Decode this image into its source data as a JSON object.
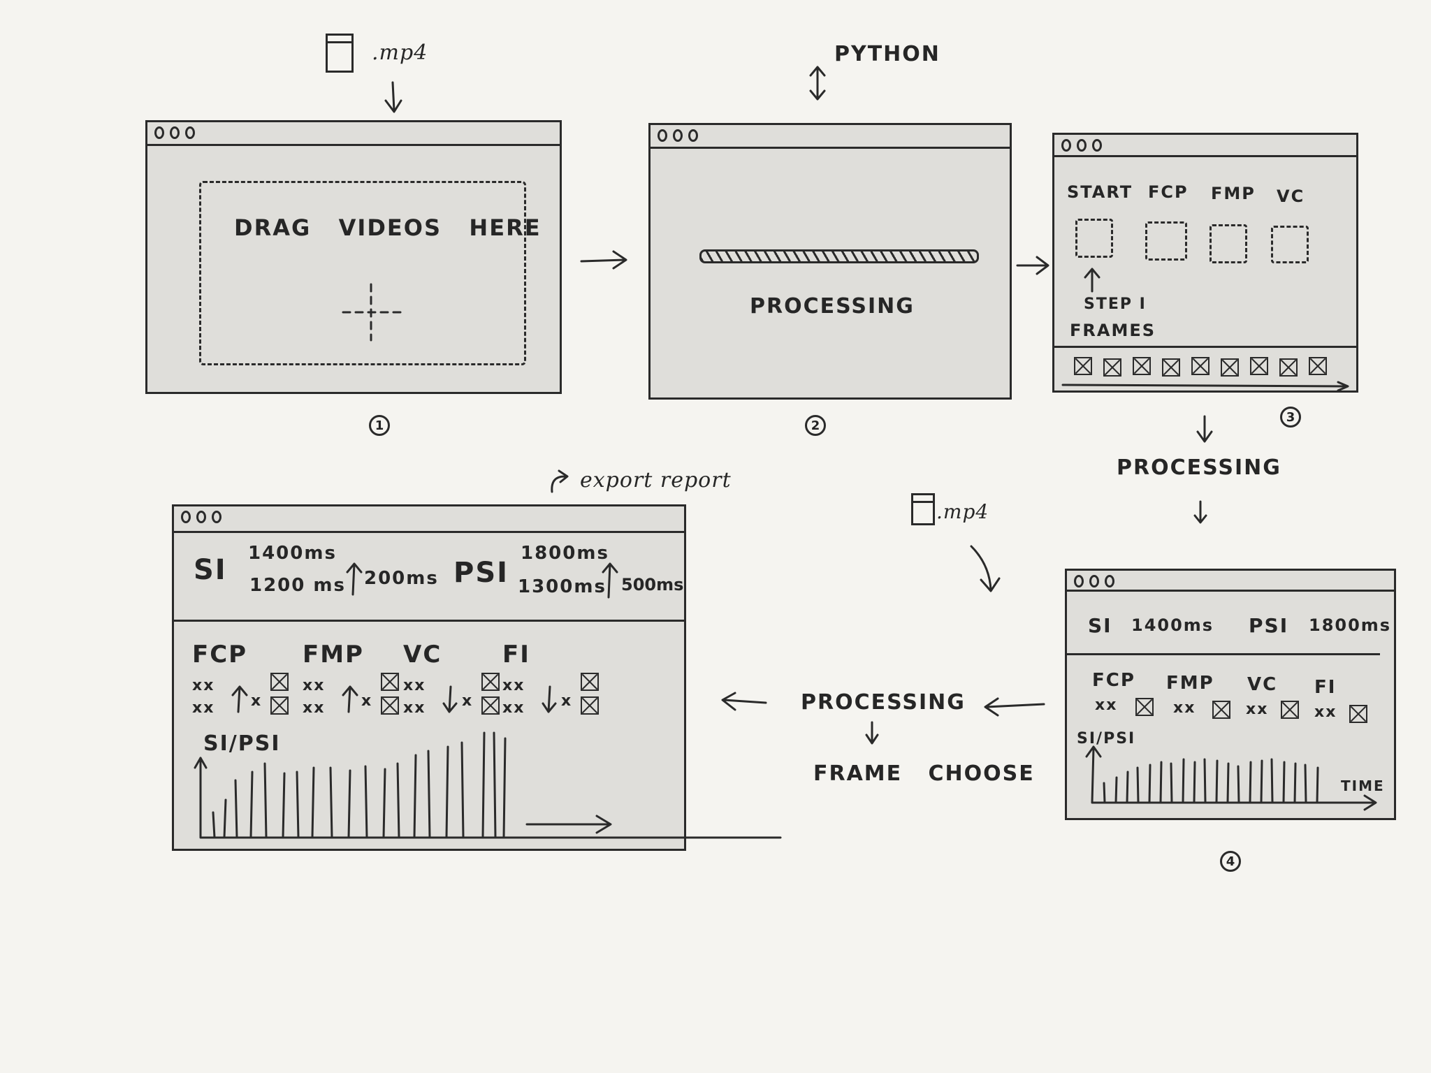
{
  "step1": {
    "file_ext": ".mp4",
    "drop_label": "DRAG   VIDEOS   HERE",
    "plus_icon": "plus-icon",
    "step_number": "1"
  },
  "step2": {
    "python_label": "PYTHON",
    "status": "PROCESSING",
    "step_number": "2"
  },
  "step3": {
    "headers": [
      "START",
      "FCP",
      "FMP",
      "VC"
    ],
    "annotation_line1": "STEP I",
    "annotation_line2": "FRAMES",
    "filmstrip_count": 9,
    "step_number": "3"
  },
  "between_3_4": {
    "label": "PROCESSING"
  },
  "step4": {
    "si_label": "SI",
    "si_value": "1400ms",
    "psi_label": "PSI",
    "psi_value": "1800ms",
    "metrics": [
      {
        "label": "FCP",
        "value": "xx"
      },
      {
        "label": "FMP",
        "value": "xx"
      },
      {
        "label": "VC",
        "value": "xx"
      },
      {
        "label": "FI",
        "value": "xx"
      }
    ],
    "chart_label": "SI/PSI",
    "x_axis_label": "TIME",
    "step_number": "4"
  },
  "middle_flow": {
    "file_ext": ".mp4",
    "processing": "PROCESSING",
    "frame_choose": "FRAME   CHOOSE"
  },
  "step5": {
    "export_label": "export report",
    "si_label": "SI",
    "si_values": [
      "1400ms",
      "1200 ms"
    ],
    "si_delta": "200ms",
    "psi_label": "PSI",
    "psi_values": [
      "1800ms",
      "1300ms"
    ],
    "psi_delta": "500ms",
    "metrics": [
      {
        "label": "FCP",
        "row1": "xx",
        "row2": "xx",
        "delta": "x",
        "dir": "up"
      },
      {
        "label": "FMP",
        "row1": "xx",
        "row2": "xx",
        "delta": "x",
        "dir": "up"
      },
      {
        "label": "VC",
        "row1": "xx",
        "row2": "xx",
        "delta": "x",
        "dir": "down"
      },
      {
        "label": "FI",
        "row1": "xx",
        "row2": "xx",
        "delta": "x",
        "dir": "down"
      }
    ],
    "chart_label": "SI/PSI"
  }
}
